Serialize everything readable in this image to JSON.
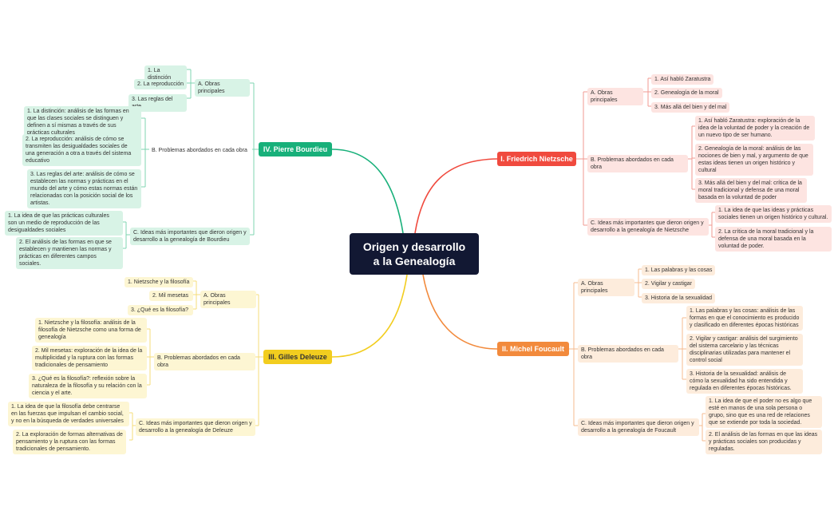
{
  "root": {
    "line1": "Origen y desarrollo",
    "line2": "a la Genealogía"
  },
  "nietzsche": {
    "title": "I. Friedrich Nietzsche",
    "a_label": "A. Obras principales",
    "a_items": [
      "1. Así habló Zaratustra",
      "2. Genealogía de la moral",
      "3. Más allá del bien y del mal"
    ],
    "b_label": "B. Problemas abordados en cada obra",
    "b_items": [
      "1. Así habló Zaratustra: exploración de la idea de la voluntad de poder y la creación de un nuevo tipo de ser humano.",
      "2. Genealogía de la moral: análisis de las nociones de bien y mal, y argumento de que estas ideas tienen un origen histórico y cultural",
      "3. Más allá del bien y del mal: crítica de la moral tradicional y defensa de una moral basada en la voluntad de poder"
    ],
    "c_label": "C. Ideas más importantes que dieron origen y desarrollo a la genealogía de Nietzsche",
    "c_items": [
      "1. La idea de que las ideas y prácticas sociales tienen un origen histórico y cultural.",
      "2. La crítica de la moral tradicional y la defensa de una moral basada en la voluntad de poder."
    ]
  },
  "foucault": {
    "title": "II. Michel Foucault",
    "a_label": "A. Obras principales",
    "a_items": [
      "1. Las palabras y las cosas",
      "2. Vigilar y castigar",
      "3. Historia de la sexualidad"
    ],
    "b_label": "B. Problemas abordados en cada obra",
    "b_items": [
      "1. Las palabras y las cosas: análisis de las formas en que el conocimiento es producido y clasificado en diferentes épocas históricas",
      "2. Vigilar y castigar: análisis del surgimiento del sistema carcelario y las técnicas disciplinarias utilizadas para mantener el control social",
      "3. Historia de la sexualidad: análisis de cómo la sexualidad ha sido entendida y regulada en diferentes épocas históricas."
    ],
    "c_label": "C. Ideas más importantes que dieron origen y desarrollo a la genealogía de Foucault",
    "c_items": [
      "1. La idea de que el poder no es algo que esté en manos de una sola persona o grupo, sino que es una red de relaciones que se extiende por toda la sociedad.",
      "2. El análisis de las formas en que las ideas y prácticas sociales son producidas y reguladas."
    ]
  },
  "deleuze": {
    "title": "III. Gilles Deleuze",
    "a_label": "A. Obras principales",
    "a_items": [
      "1. Nietzsche y la filosofía",
      "2. Mil mesetas",
      "3. ¿Qué es la filosofía?"
    ],
    "b_label": "B. Problemas abordados en cada obra",
    "b_items": [
      "1. Nietzsche y la filosofía: análisis de la filosofía de Nietzsche como una forma de genealogía",
      "2. Mil mesetas: exploración de la idea de la multiplicidad y la ruptura con las formas tradicionales de pensamiento",
      "3. ¿Qué es la filosofía?: reflexión sobre la naturaleza de la filosofía y su relación con la ciencia y el arte."
    ],
    "c_label": "C. Ideas más importantes que dieron origen y desarrollo a la genealogía de Deleuze",
    "c_items": [
      "1. La idea de que la filosofía debe centrarse en las fuerzas que impulsan el cambio social, y no en la búsqueda de verdades universales",
      "2. La exploración de formas alternativas de pensamiento y la ruptura con las formas tradicionales de pensamiento."
    ]
  },
  "bourdieu": {
    "title": "IV. Pierre Bourdieu",
    "a_label": "A. Obras principales",
    "a_items": [
      "1. La distinción",
      "2. La reproducción",
      "3. Las reglas del arte"
    ],
    "b_label": "B. Problemas abordados en cada obra",
    "b_items": [
      "1. La distinción: análisis de las formas en que las clases sociales se distinguen y definen a sí mismas a través de sus prácticas culturales",
      "2. La reproducción: análisis de cómo se transmiten las desigualdades sociales de una generación a otra a través del sistema educativo",
      "3. Las reglas del arte: análisis de cómo se establecen las normas y prácticas en el mundo del arte y cómo estas normas están relacionadas con la posición social de los artistas."
    ],
    "c_label": "C. Ideas más importantes que dieron origen y desarrollo a la genealogía de Bourdieu",
    "c_items": [
      "1. La idea de que las prácticas culturales son un medio de reproducción de las desigualdades sociales",
      "2. El análisis de las formas en que se establecen y mantienen las normas y prácticas en diferentes campos sociales."
    ]
  },
  "colors": {
    "root": "#121833",
    "nietzsche": "#f04a3e",
    "nietzsche_light": "#fde4e1",
    "nietzsche_line": "#f29a92",
    "foucault": "#f28a3c",
    "foucault_light": "#fdecdc",
    "foucault_line": "#f5bb8f",
    "deleuze": "#f2cd1f",
    "deleuze_light": "#fdf6d3",
    "deleuze_line": "#f4dc7a",
    "bourdieu": "#18b07a",
    "bourdieu_light": "#d8f3e6",
    "bourdieu_line": "#7fd4b2"
  }
}
